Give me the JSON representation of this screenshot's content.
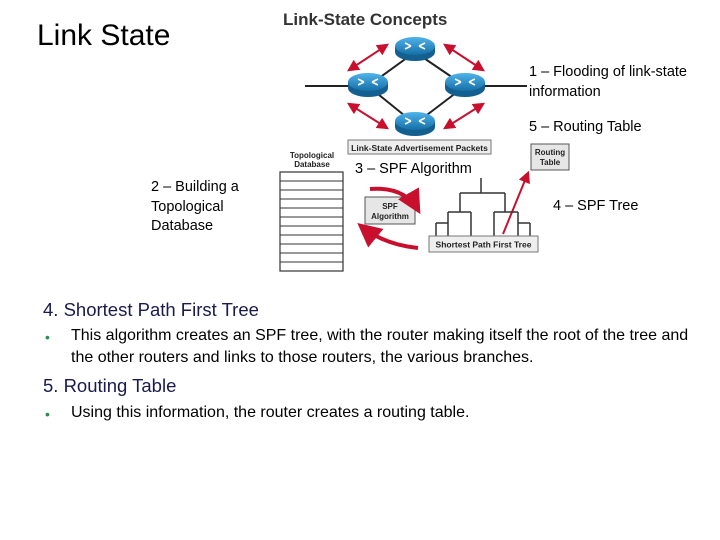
{
  "slide": {
    "title": "Link State"
  },
  "diagram": {
    "title": "Link-State Concepts",
    "lsa_label": "Link-State Advertisement Packets",
    "topo_db_label_line1": "Topological",
    "topo_db_label_line2": "Database",
    "spf_box_line1": "SPF",
    "spf_box_line2": "Algorithm",
    "routing_table_box_line1": "Routing",
    "routing_table_box_line2": "Table",
    "spf_tree_label": "Shortest Path First Tree",
    "callout_1": "1 – Flooding of link-state information",
    "callout_2": "2 – Building a Topological Database",
    "callout_3": "3 – SPF Algorithm",
    "callout_4": "4 – SPF Tree",
    "callout_5": "5 – Routing Table"
  },
  "content": {
    "section4_heading": "4. Shortest Path First Tree",
    "section4_bullet": "This algorithm creates an SPF tree, with the router making itself the root of the tree and the other routers and links to those routers, the various branches.",
    "section5_heading": "5. Routing Table",
    "section5_bullet": "Using this information, the router creates a routing table.",
    "bullet_symbol": "•"
  },
  "colors": {
    "router_blue": "#1f8fd0",
    "arrow_red": "#c8102e",
    "heading_navy": "#1a1a4d",
    "bullet_green": "#2e8b57"
  }
}
